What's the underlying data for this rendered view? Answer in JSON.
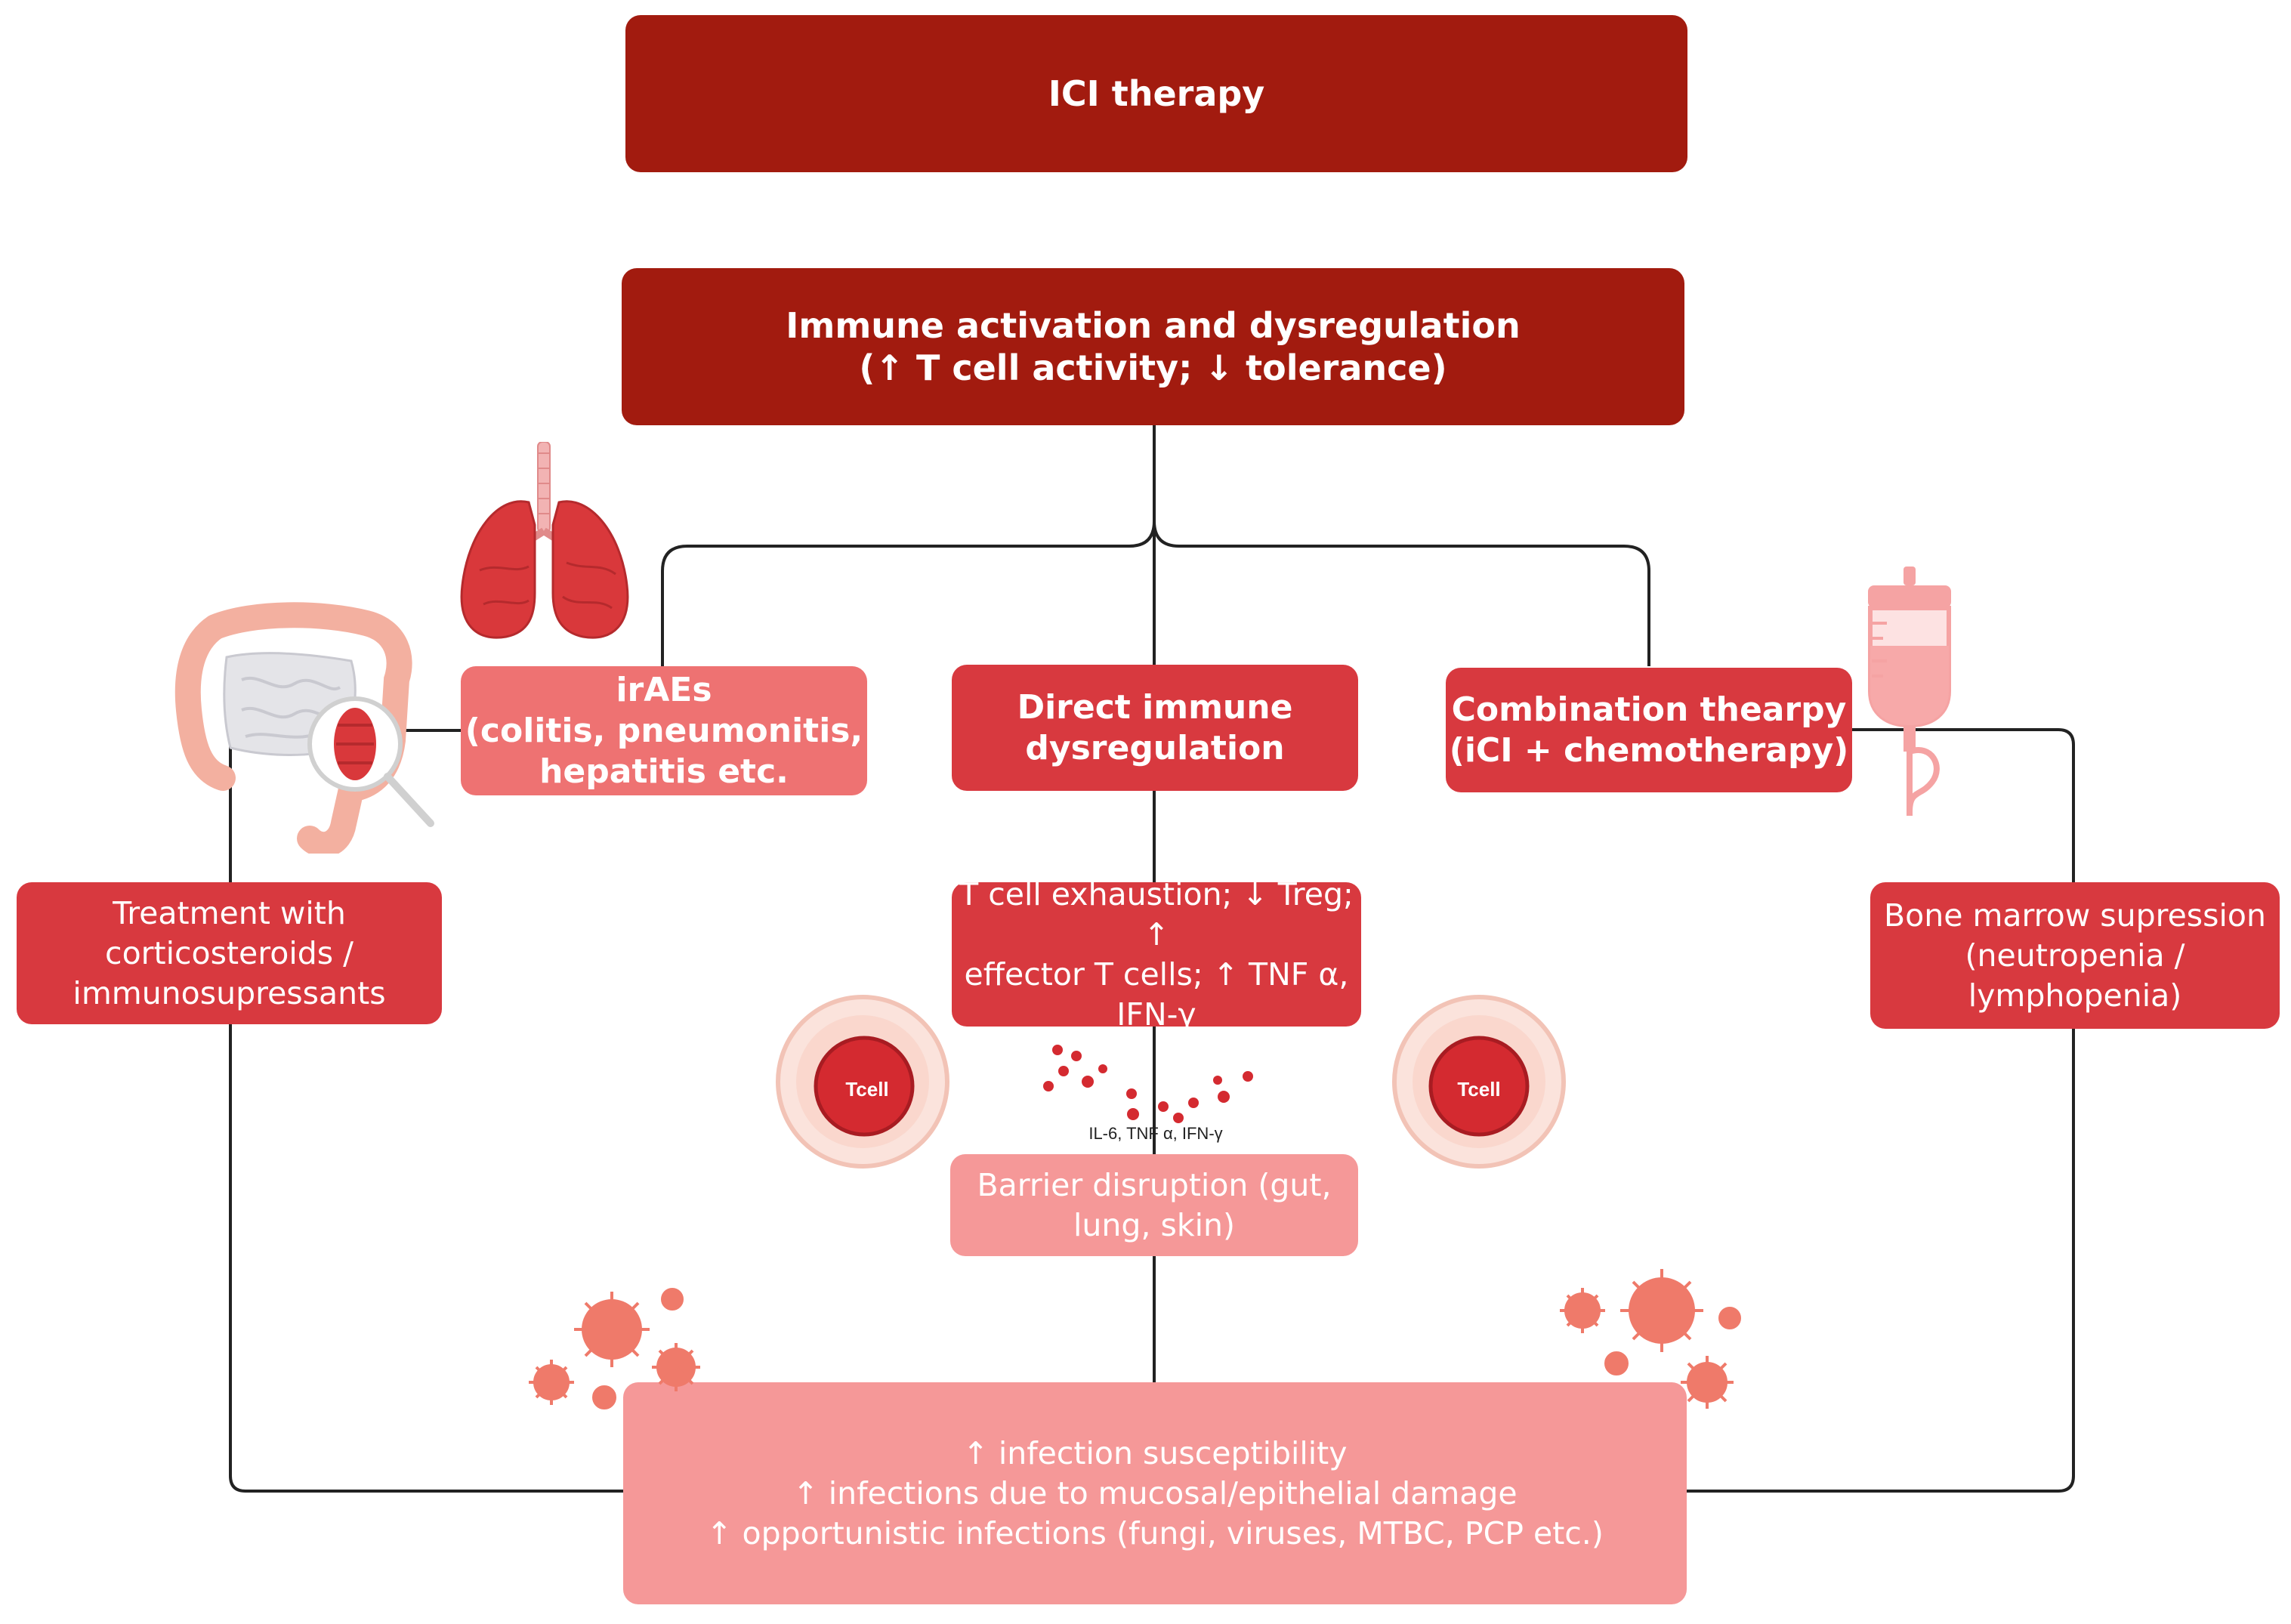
{
  "boxes": {
    "ici_therapy": "ICI therapy",
    "immune_activation": {
      "line1": "Immune activation and dysregulation",
      "line2": "(↑ T cell activity; ↓ tolerance)"
    },
    "iraes": {
      "line1": "irAEs",
      "line2": "(colitis, pneumonitis,",
      "line3": "hepatitis etc."
    },
    "direct_immune": {
      "line1": "Direct immune",
      "line2": "dysregulation"
    },
    "combination": {
      "line1": "Combination thearpy",
      "line2": "(iCI + chemotherapy)"
    },
    "treatment": {
      "line1": "Treatment with",
      "line2": "corticosteroids /",
      "line3": "immunosupressants"
    },
    "tcell_exhaustion": {
      "line1": "T cell exhaustion; ↓ Treg; ↑",
      "line2": "effector T cells; ↑ TNF α,",
      "line3": "IFN-γ"
    },
    "bone_marrow": {
      "line1": "Bone marrow supression",
      "line2": "(neutropenia /",
      "line3": "lymphopenia)"
    },
    "barrier": {
      "line1": "Barrier disruption (gut,",
      "line2": "lung, skin)"
    },
    "infection": {
      "line1": "↑  infection susceptibility",
      "line2": "↑  infections due to mucosal/epithelial damage",
      "line3": "↑  opportunistic infections (fungi, viruses, MTBC, PCP etc.)"
    }
  },
  "illustrations": {
    "cytokines_label": "IL-6, TNF α, IFN-γ",
    "tcell_left": "Tcell",
    "tcell_right": "Tcell",
    "icons": [
      "lungs-icon",
      "intestine-magnifier-icon",
      "iv-bag-icon",
      "tcell-icon",
      "cytokine-dots-icon",
      "virus-cluster-icon"
    ]
  },
  "colors": {
    "dark_red": "#a21b0f",
    "red": "#d8393f",
    "light_red": "#ee7272",
    "pale_red": "#f59898",
    "connector": "#222222"
  }
}
